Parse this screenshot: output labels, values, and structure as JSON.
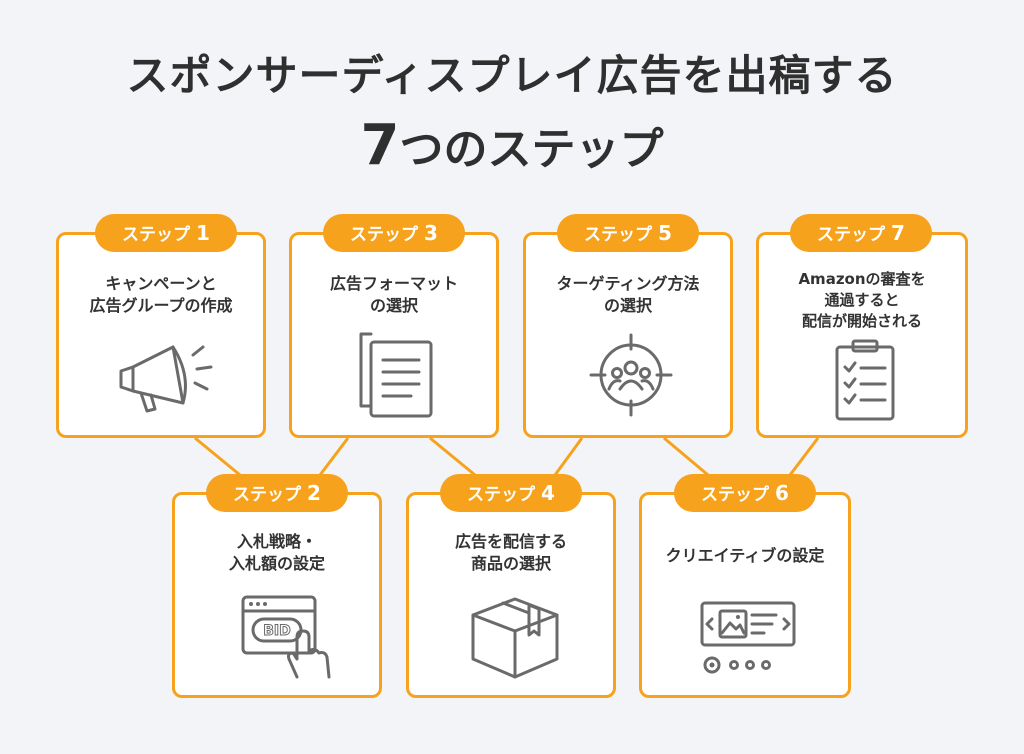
{
  "title": {
    "line1": "スポンサーディスプレイ広告を出稿する",
    "line2_num": "7",
    "line2_rest": "つのステップ"
  },
  "steps": [
    {
      "label": "ステップ",
      "num": "1",
      "lines": [
        "キャンペーンと",
        "広告グループの作成"
      ],
      "icon": "megaphone-icon"
    },
    {
      "label": "ステップ",
      "num": "2",
      "lines": [
        "入札戦略・",
        "入札額の設定"
      ],
      "icon": "bid-click-icon"
    },
    {
      "label": "ステップ",
      "num": "3",
      "lines": [
        "広告フォーマット",
        "の選択"
      ],
      "icon": "documents-icon"
    },
    {
      "label": "ステップ",
      "num": "4",
      "lines": [
        "広告を配信する",
        "商品の選択"
      ],
      "icon": "box-icon"
    },
    {
      "label": "ステップ",
      "num": "5",
      "lines": [
        "ターゲティング方法",
        "の選択"
      ],
      "icon": "target-audience-icon"
    },
    {
      "label": "ステップ",
      "num": "6",
      "lines": [
        "クリエイティブの設定"
      ],
      "icon": "creative-layout-icon"
    },
    {
      "label": "ステップ",
      "num": "7",
      "lines": [
        "Amazonの審査を",
        "通過すると",
        "配信が開始される"
      ],
      "icon": "checklist-icon"
    }
  ],
  "colors": {
    "accent": "#f6a21d",
    "icon": "#6a6a6a",
    "background": "#f3f4f7"
  }
}
